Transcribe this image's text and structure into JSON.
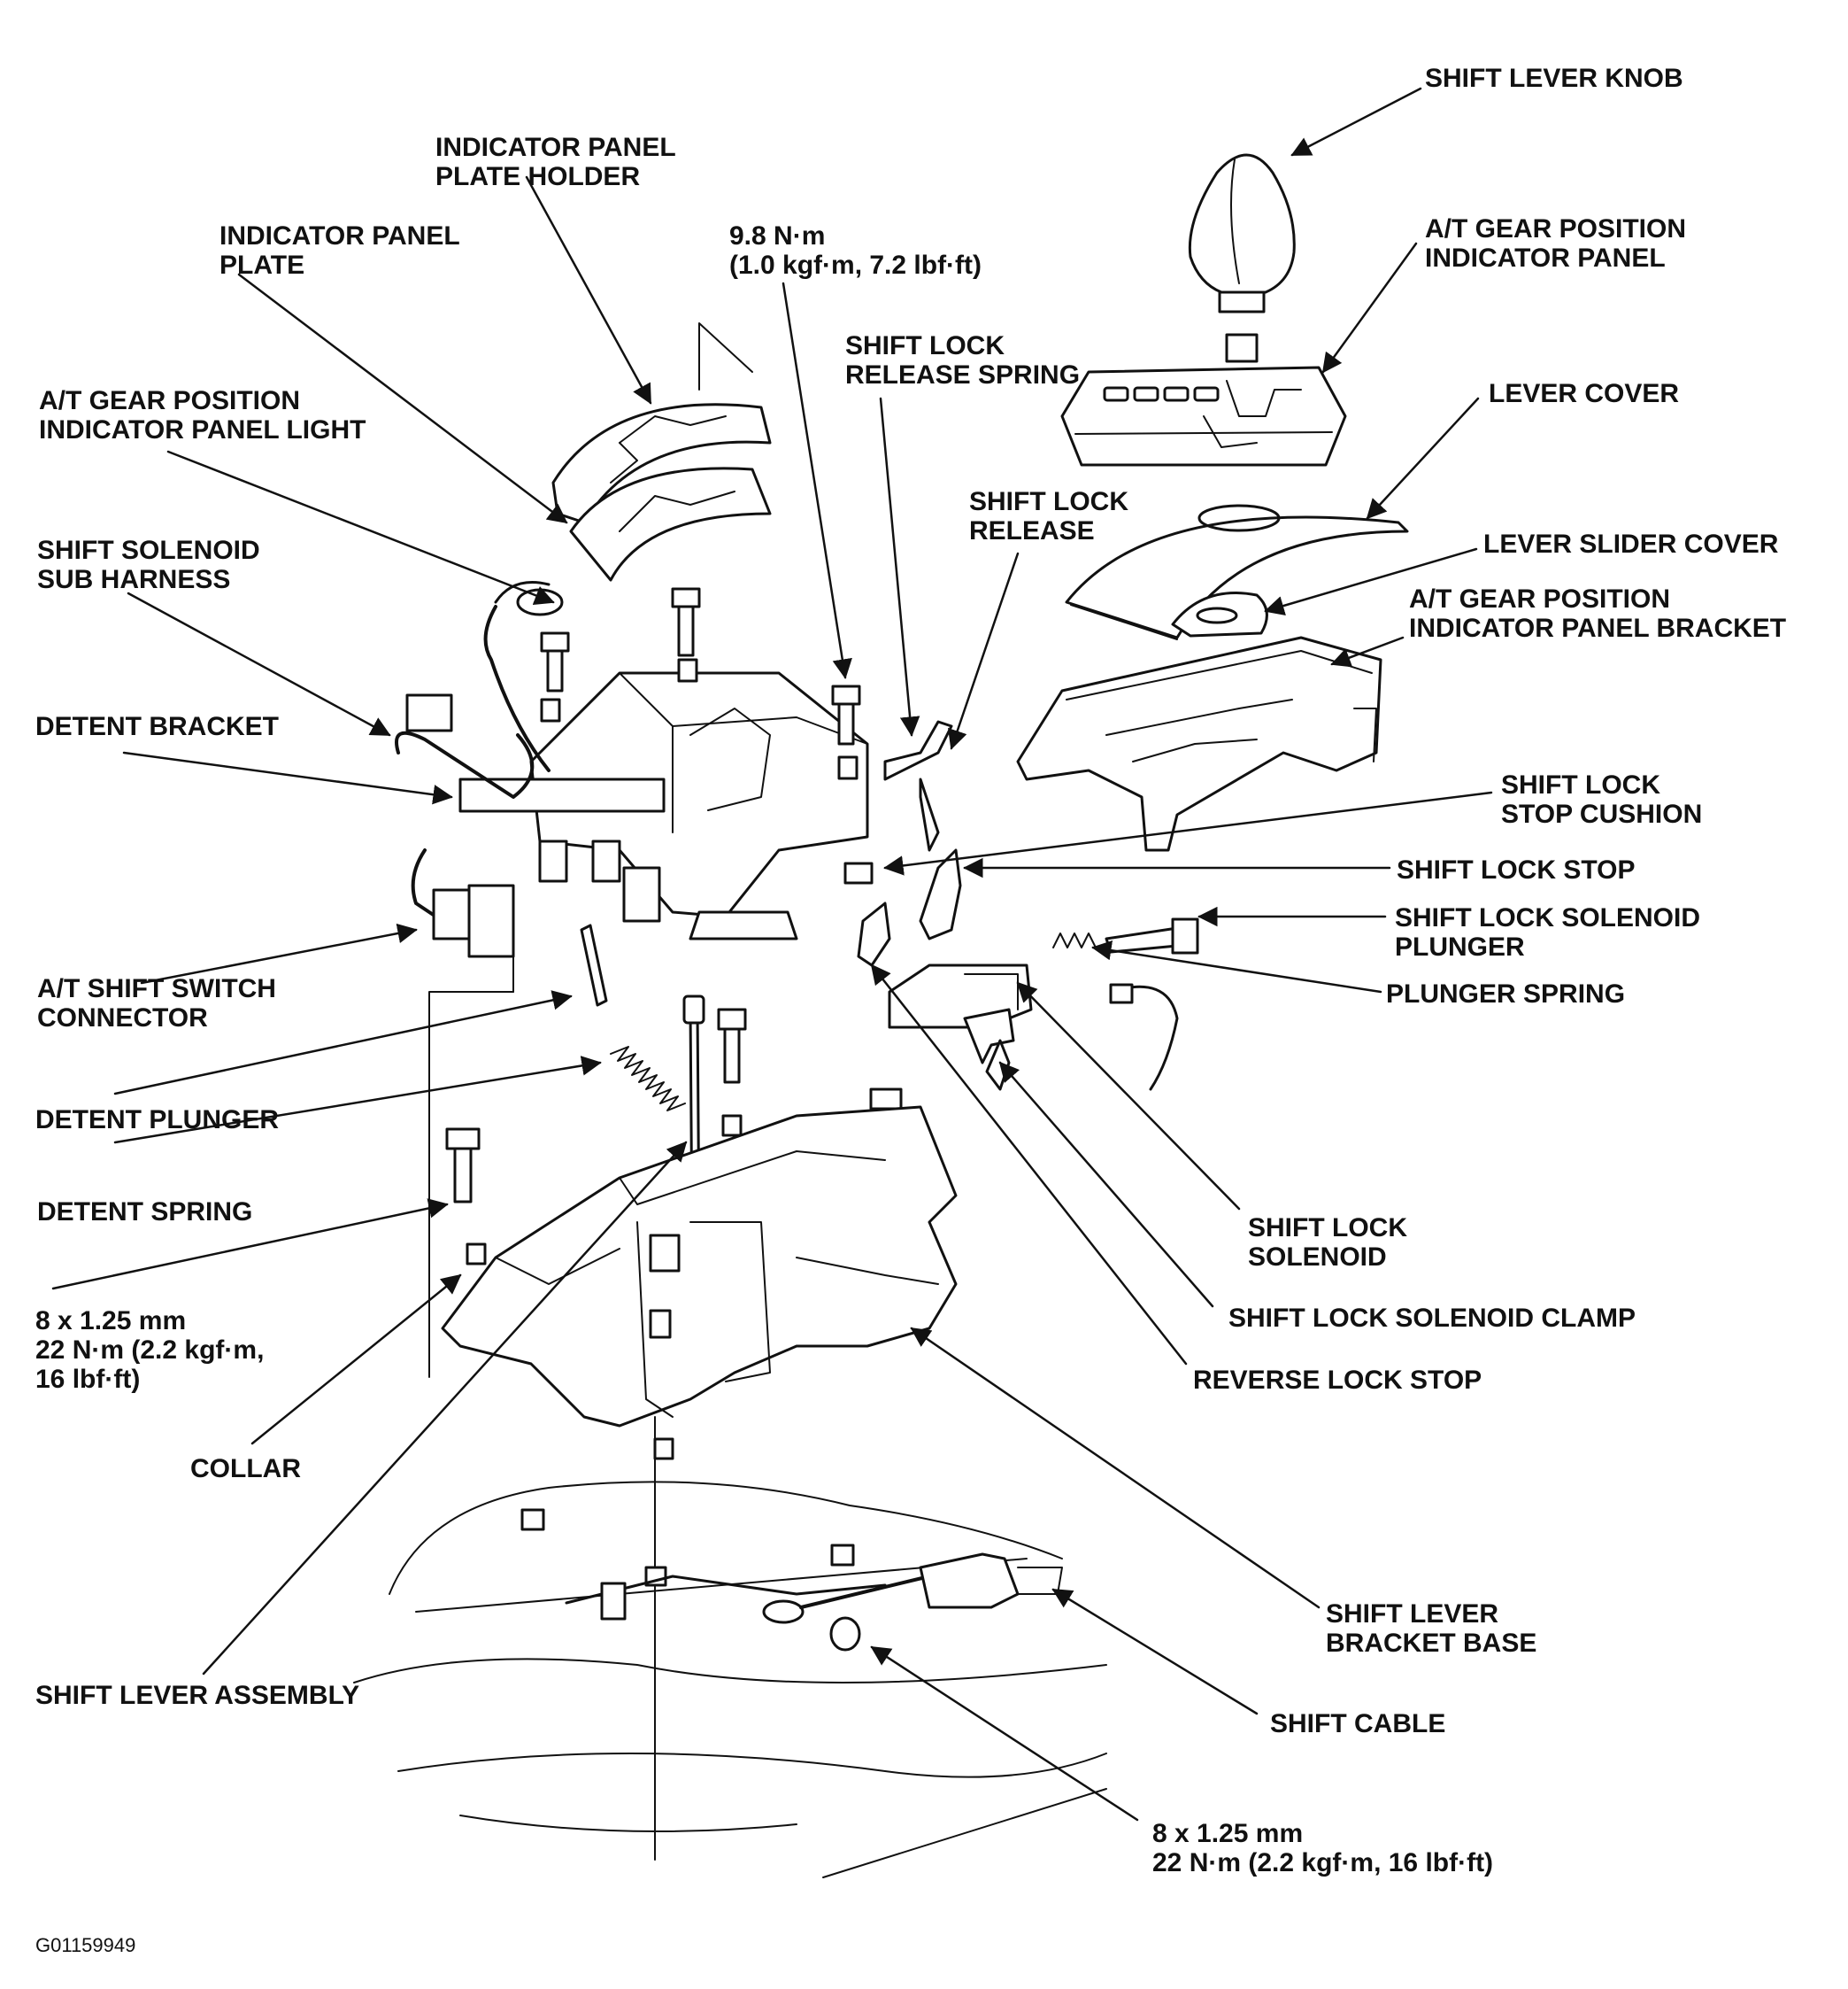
{
  "labels": {
    "shift_lever_knob": [
      "SHIFT LEVER KNOB"
    ],
    "indicator_panel_plate_holder": [
      "INDICATOR PANEL",
      "PLATE HOLDER"
    ],
    "indicator_panel_plate": [
      "INDICATOR PANEL",
      "PLATE"
    ],
    "torque_9_8": [
      "9.8 N·m",
      "(1.0 kgf·m, 7.2 lbf·ft)"
    ],
    "at_gear_position_indicator_panel": [
      "A/T GEAR POSITION",
      "INDICATOR PANEL"
    ],
    "shift_lock_release_spring": [
      "SHIFT LOCK",
      "RELEASE SPRING"
    ],
    "at_gear_position_indicator_panel_light": [
      "A/T GEAR POSITION",
      "INDICATOR PANEL LIGHT"
    ],
    "lever_cover": [
      "LEVER COVER"
    ],
    "shift_lock_release": [
      "SHIFT LOCK",
      "RELEASE"
    ],
    "shift_solenoid_sub_harness": [
      "SHIFT SOLENOID",
      "SUB HARNESS"
    ],
    "lever_slider_cover": [
      "LEVER SLIDER COVER"
    ],
    "at_gear_position_indicator_panel_bracket": [
      "A/T GEAR POSITION",
      "INDICATOR PANEL BRACKET"
    ],
    "detent_bracket": [
      "DETENT BRACKET"
    ],
    "shift_lock_stop_cushion": [
      "SHIFT LOCK",
      "STOP CUSHION"
    ],
    "shift_lock_stop": [
      "SHIFT LOCK STOP"
    ],
    "shift_lock_solenoid_plunger": [
      "SHIFT LOCK SOLENOID",
      "PLUNGER"
    ],
    "at_shift_switch_connector": [
      "A/T SHIFT SWITCH",
      "CONNECTOR"
    ],
    "plunger_spring": [
      "PLUNGER SPRING"
    ],
    "detent_plunger": [
      "DETENT PLUNGER"
    ],
    "detent_spring": [
      "DETENT SPRING"
    ],
    "shift_lock_solenoid": [
      "SHIFT LOCK",
      "SOLENOID"
    ],
    "torque_8x125_left": [
      "8 x 1.25 mm",
      "22 N·m (2.2 kgf·m,",
      "16 lbf·ft)"
    ],
    "shift_lock_solenoid_clamp": [
      "SHIFT LOCK SOLENOID CLAMP"
    ],
    "reverse_lock_stop": [
      "REVERSE LOCK STOP"
    ],
    "collar": [
      "COLLAR"
    ],
    "shift_lever_bracket_base": [
      "SHIFT LEVER",
      "BRACKET BASE"
    ],
    "shift_lever_assembly": [
      "SHIFT LEVER ASSEMBLY"
    ],
    "shift_cable": [
      "SHIFT CABLE"
    ],
    "torque_8x125_bottom": [
      "8 x 1.25 mm",
      "22 N·m (2.2 kgf·m, 16 lbf·ft)"
    ]
  },
  "figure_id": "G01159949",
  "colors": {
    "ink": "#111111",
    "paper": "#ffffff",
    "shade": "#e8e8e8"
  }
}
